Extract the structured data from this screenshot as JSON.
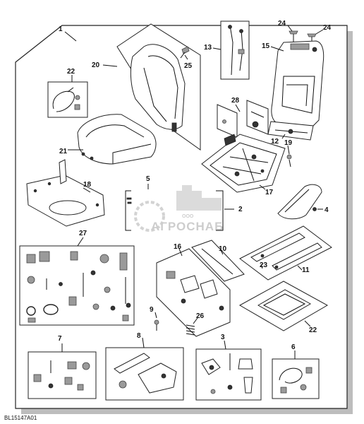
{
  "diagram": {
    "callouts": {
      "c1": "1",
      "c2": "2",
      "c3": "3",
      "c4": "4",
      "c5": "5",
      "c6": "6",
      "c7": "7",
      "c8": "8",
      "c9": "9",
      "c10": "10",
      "c11": "11",
      "c12": "12",
      "c13": "13",
      "c15": "15",
      "c16": "16",
      "c17": "17",
      "c18": "18",
      "c19": "19",
      "c20": "20",
      "c21": "21",
      "c22a": "22",
      "c22b": "22",
      "c23": "23",
      "c24a": "24",
      "c24b": "24",
      "c25": "25",
      "c26": "26",
      "c27": "27",
      "c28": "28"
    },
    "watermark": {
      "name": "АГРОСНАБ",
      "prefix": "ООО"
    },
    "figure_code": "BL15147A01"
  }
}
